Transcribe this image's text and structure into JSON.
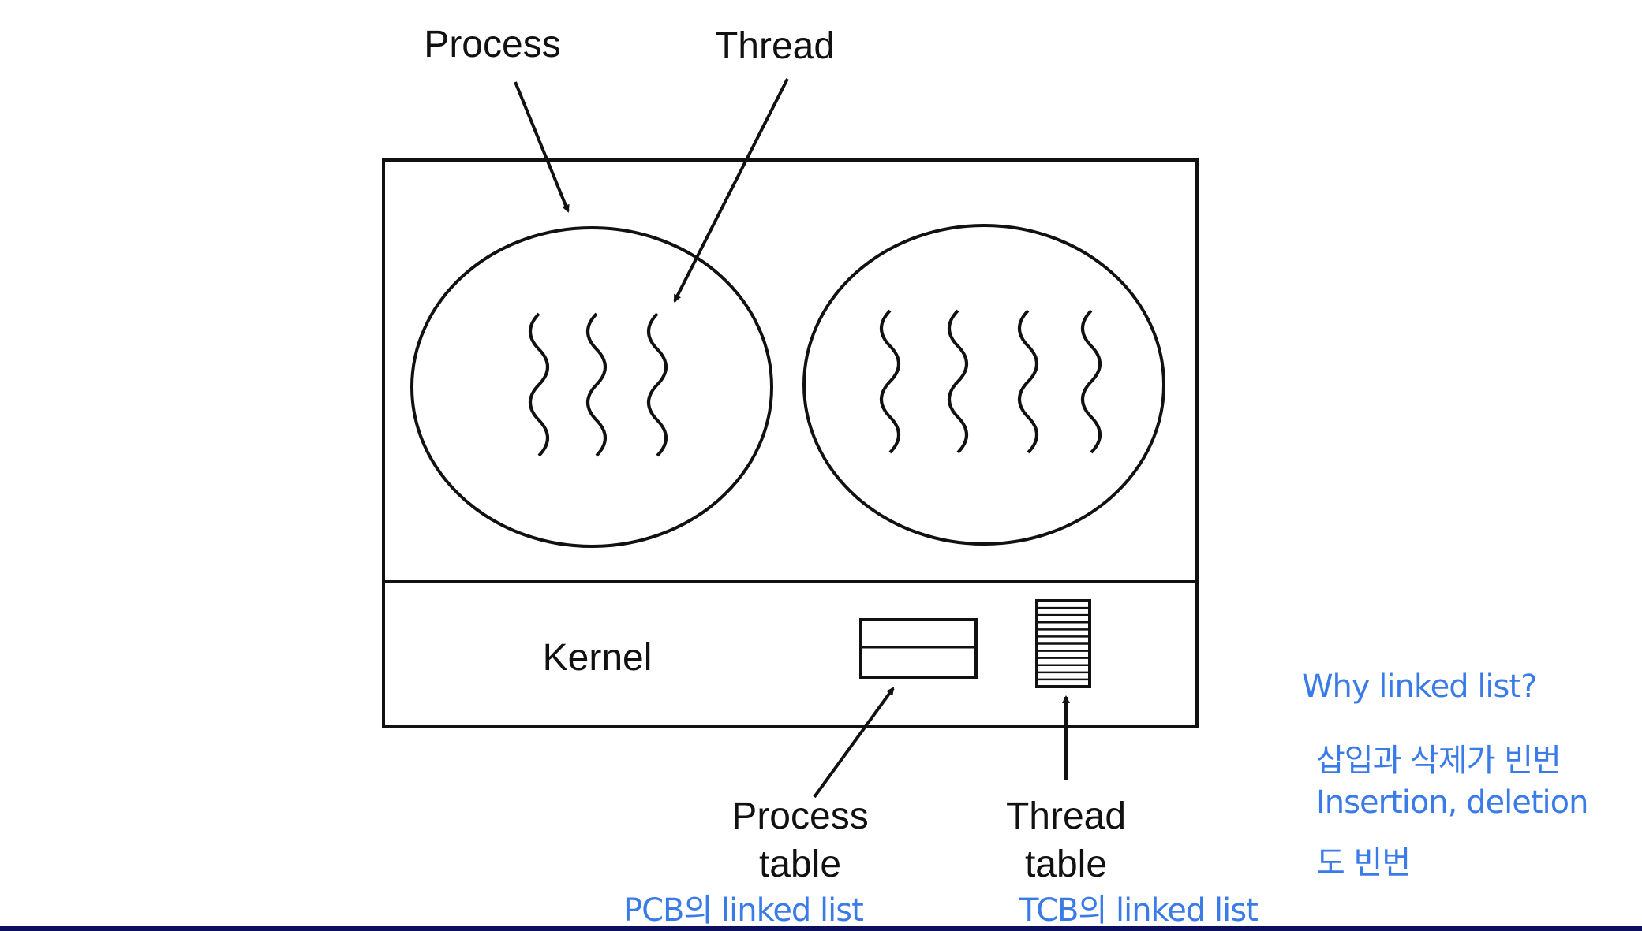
{
  "diagram": {
    "labels": {
      "process": "Process",
      "thread": "Thread",
      "kernel": "Kernel",
      "process_table_line1": "Process",
      "process_table_line2": "table",
      "thread_table_line1": "Thread",
      "thread_table_line2": "table"
    },
    "processes": [
      {
        "thread_count": 3
      },
      {
        "thread_count": 4
      }
    ]
  },
  "annotations": {
    "pcb_note": "PCB의 linked list",
    "tcb_note": "TCB의 linked list",
    "why_lines": [
      "Why linked list?",
      "삽입과 삭제가 빈번",
      "Insertion, deletion",
      "도 빈번"
    ]
  },
  "colors": {
    "ink": "#111111",
    "handwriting": "#3a7be8",
    "bottom_bar": "#0b0f5e"
  }
}
